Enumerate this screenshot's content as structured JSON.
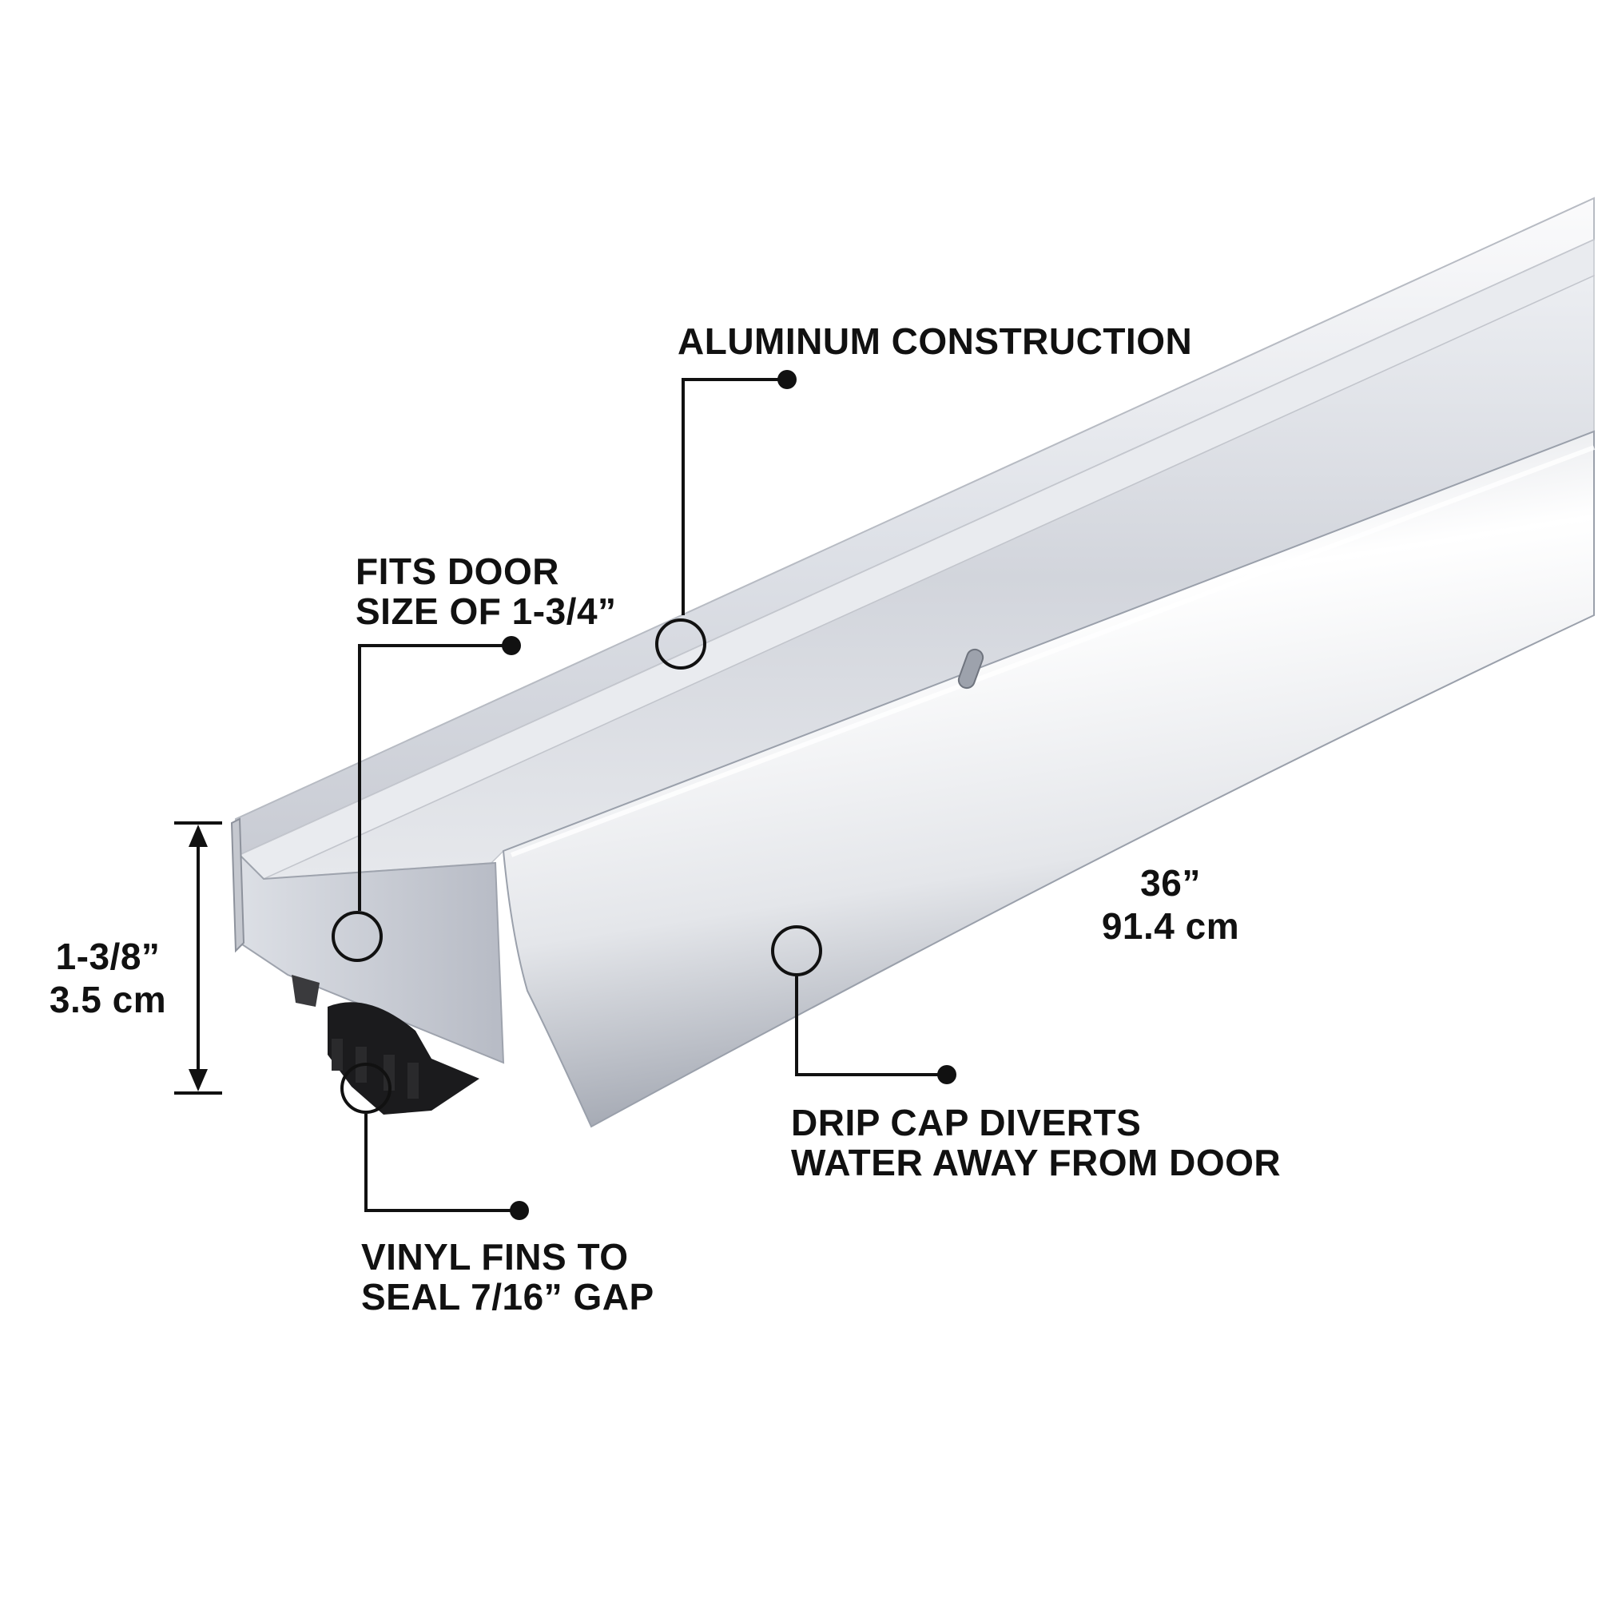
{
  "colors": {
    "ink": "#111111",
    "aluminum_light": "#f3f4f7",
    "aluminum_mid": "#d3d6dd",
    "aluminum_dark": "#a9adb7",
    "vinyl": "#1b1b1d"
  },
  "callouts": {
    "aluminum": [
      "ALUMINUM CONSTRUCTION"
    ],
    "door_fit": [
      "FITS DOOR",
      "SIZE OF 1-3/4”"
    ],
    "drip_cap": [
      "DRIP CAP DIVERTS",
      "WATER AWAY FROM DOOR"
    ],
    "vinyl_fins": [
      "VINYL FINS TO",
      "SEAL 7/16” GAP"
    ]
  },
  "dimensions": {
    "height": [
      "1-3/8”",
      "3.5 cm"
    ],
    "length": [
      "36”",
      "91.4 cm"
    ]
  }
}
